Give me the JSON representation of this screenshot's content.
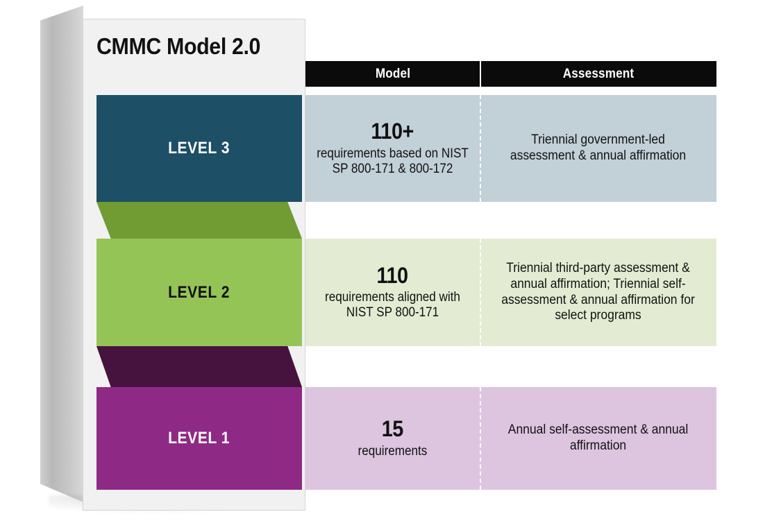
{
  "title": "CMMC Model 2.0",
  "columns": {
    "model": "Model",
    "assessment": "Assessment"
  },
  "colors": {
    "level3_bar": "#1d4f66",
    "level3_panel": "#c2d0d7",
    "level2_bar": "#95c456",
    "level2_panel": "#e3ecd3",
    "level2_connector": "#719b33",
    "level1_bar": "#8e2a85",
    "level1_panel": "#ddc5e0",
    "level1_connector": "#46133f",
    "header_band": "#0b0b0b",
    "card_face": "#f1f1f1"
  },
  "levels": [
    {
      "label": "LEVEL 3",
      "count": "110+",
      "model_text": "requirements based on NIST SP 800-171 & 800-172",
      "assessment_text": "Triennial government-led assessment & annual affirmation"
    },
    {
      "label": "LEVEL 2",
      "count": "110",
      "model_text": "requirements aligned with NIST SP 800-171",
      "assessment_text": "Triennial third-party assessment & annual affirmation; Triennial self-assessment & annual affirmation for select programs"
    },
    {
      "label": "LEVEL 1",
      "count": "15",
      "model_text": "requirements",
      "assessment_text": "Annual self-assessment & annual affirmation"
    }
  ]
}
